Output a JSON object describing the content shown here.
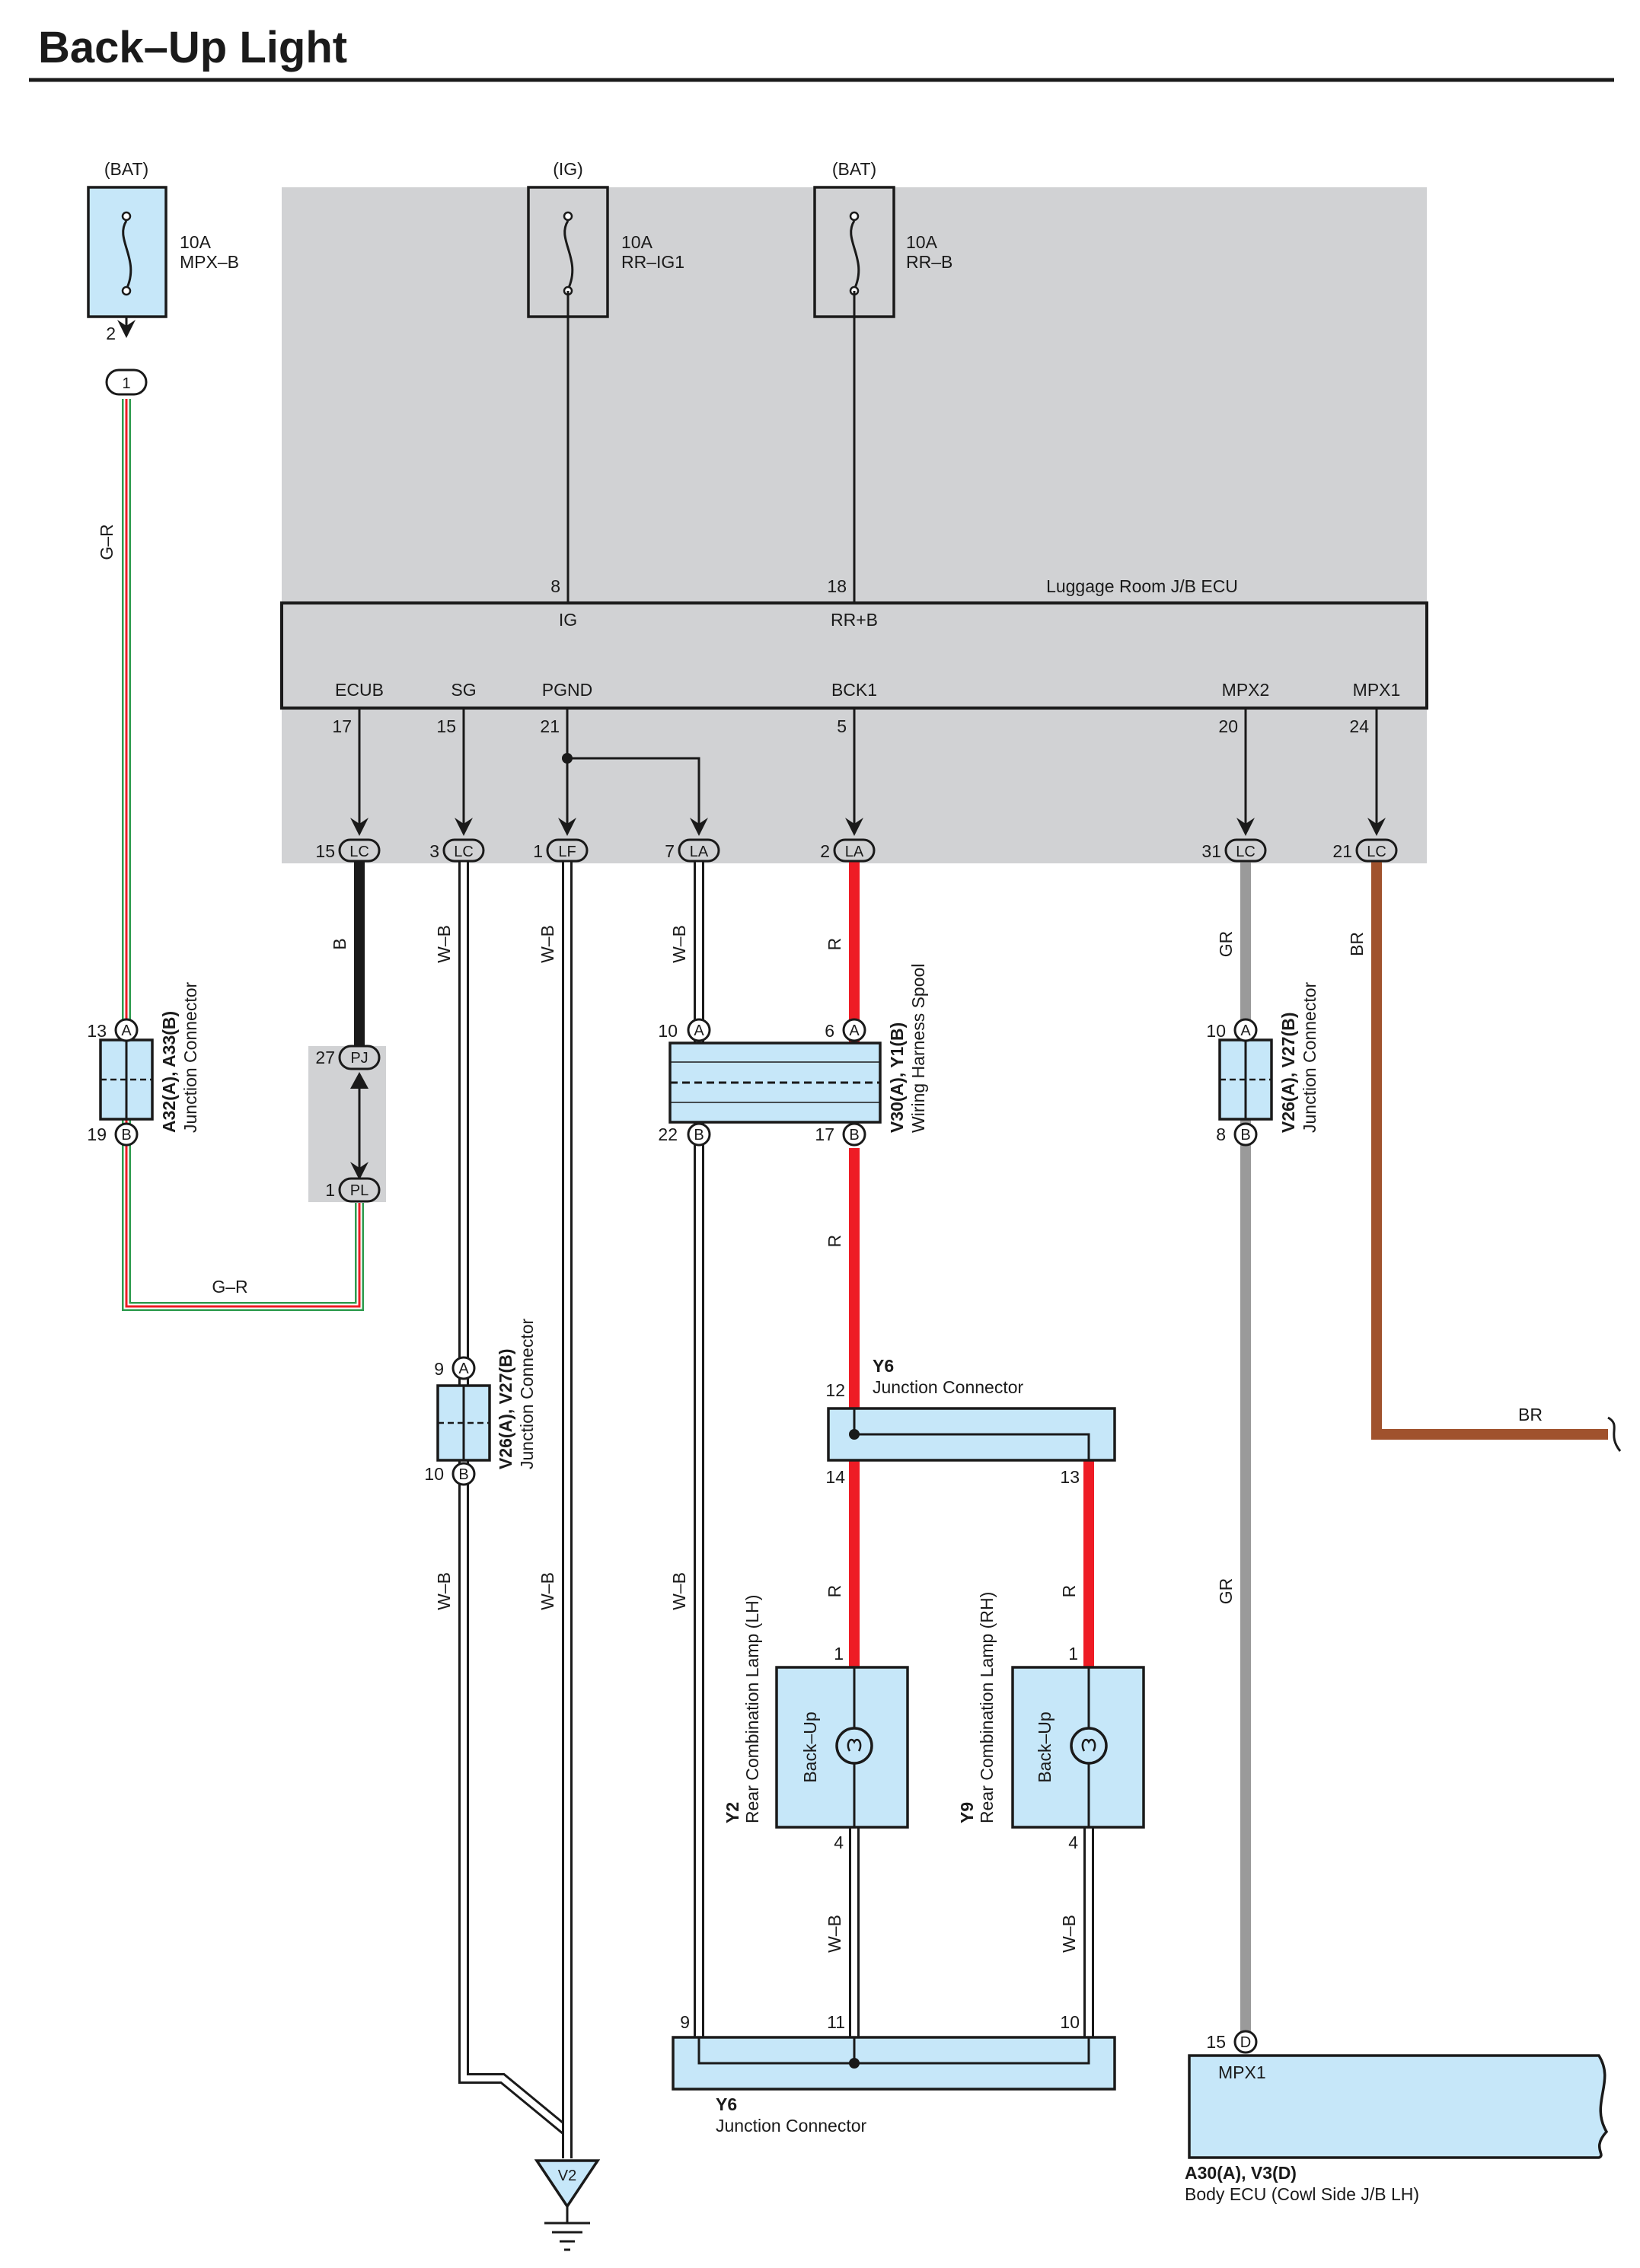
{
  "title": "Back–Up Light",
  "fuses": [
    {
      "source": "(BAT)",
      "rating": "10A",
      "name": "MPX–B"
    },
    {
      "source": "(IG)",
      "rating": "10A",
      "name": "RR–IG1"
    },
    {
      "source": "(BAT)",
      "rating": "10A",
      "name": "RR–B"
    }
  ],
  "ecu": {
    "name": "Luggage Room J/B ECU",
    "top_pins": [
      {
        "num": "8",
        "term": "IG"
      },
      {
        "num": "18",
        "term": "RR+B"
      }
    ],
    "bottom_pins": [
      {
        "num": "17",
        "term": "ECUB"
      },
      {
        "num": "15",
        "term": "SG"
      },
      {
        "num": "21",
        "term": "PGND"
      },
      {
        "num": "5",
        "term": "BCK1"
      },
      {
        "num": "20",
        "term": "MPX2"
      },
      {
        "num": "24",
        "term": "MPX1"
      }
    ],
    "connectors": [
      {
        "num": "15",
        "code": "LC"
      },
      {
        "num": "3",
        "code": "LC"
      },
      {
        "num": "1",
        "code": "LF"
      },
      {
        "num": "7",
        "code": "LA"
      },
      {
        "num": "2",
        "code": "LA"
      },
      {
        "num": "31",
        "code": "LC"
      },
      {
        "num": "21",
        "code": "LC"
      }
    ]
  },
  "wires": {
    "gr_left": "G–R",
    "b": "B",
    "wb": "W–B",
    "r": "R",
    "gr": "GR",
    "br": "BR",
    "gr_bottom": "G–R"
  },
  "pins": {
    "mpxb_2": "2",
    "mpxb_1": "1",
    "a32_13": "13",
    "a32_19": "19",
    "pa": "A",
    "pb": "B",
    "pj_27": "27",
    "pj": "PJ",
    "pl_1": "1",
    "pl": "PL",
    "v30_10": "10",
    "v30_6": "6",
    "v30_22": "22",
    "v30_17": "17",
    "v26r_10": "10",
    "v26r_8": "8",
    "v26l_9": "9",
    "v26l_10": "10",
    "y6_12": "12",
    "y6_14": "14",
    "y6_13": "13",
    "y2_1": "1",
    "y2_4": "4",
    "y9_1": "1",
    "y9_4": "4",
    "y6b_9": "9",
    "y6b_11": "11",
    "y6b_10": "10",
    "body_15": "15",
    "body_d": "D"
  },
  "components": {
    "a32": {
      "code": "A32(A), A33(B)",
      "desc": "Junction Connector"
    },
    "v30": {
      "code": "V30(A), Y1(B)",
      "desc": "Wiring Harness Spool"
    },
    "v26r": {
      "code": "V26(A), V27(B)",
      "desc": "Junction Connector"
    },
    "v26l": {
      "code": "V26(A), V27(B)",
      "desc": "Junction Connector"
    },
    "y6_top": {
      "code": "Y6",
      "desc": "Junction Connector"
    },
    "y6_bottom": {
      "code": "Y6",
      "desc": "Junction Connector"
    },
    "y2": {
      "code": "Y2",
      "desc": "Rear Combination Lamp (LH)",
      "lamp": "Back–Up"
    },
    "y9": {
      "code": "Y9",
      "desc": "Rear Combination Lamp (RH)",
      "lamp": "Back–Up"
    },
    "body": {
      "code": "A30(A), V3(D)",
      "desc": "Body ECU (Cowl Side J/B LH)",
      "term": "MPX1"
    },
    "ground": "V2"
  },
  "colors": {
    "grey_zone": "#d1d2d4",
    "component_fill": "#c6e7f9",
    "red_wire": "#ee1c25",
    "brown_wire": "#a0522d",
    "grey_wire": "#9a9a9a",
    "green_wire": "#2e9b4e"
  }
}
